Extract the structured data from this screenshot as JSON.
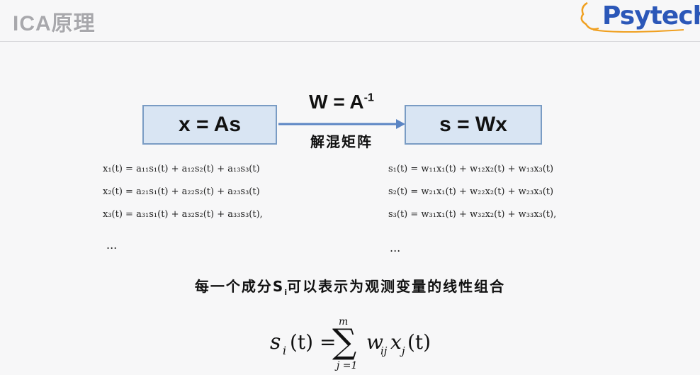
{
  "header": {
    "title": "ICA原理",
    "logo_text": "Psytech",
    "logo_color": "#2b57b8",
    "logo_accent": "#f0a020"
  },
  "diagram": {
    "left_box": "x = As",
    "right_box": "s = Wx",
    "arrow_top": "W = A",
    "arrow_top_sup": "-1",
    "arrow_bottom": "解混矩阵",
    "box_fill": "#d9e5f3",
    "box_border": "#7a9cc4",
    "arrow_color": "#5b85c4"
  },
  "mixing_equations": [
    "x₁(t) = a₁₁s₁(t) + a₁₂s₂(t) + a₁₃s₃(t)",
    "x₂(t) = a₂₁s₁(t) + a₂₂s₂(t) + a₂₃s₃(t)",
    "x₃(t) = a₃₁s₁(t) + a₃₂s₂(t) + a₃₃s₃(t),"
  ],
  "unmixing_equations": [
    "s₁(t) = w₁₁x₁(t) + w₁₂x₂(t) + w₁₃x₃(t)",
    "s₂(t) = w₂₁x₁(t) + w₂₂x₂(t) + w₂₃x₃(t)",
    "s₃(t) = w₃₁x₁(t) + w₃₂x₂(t) + w₃₃x₃(t),"
  ],
  "ellipsis": "...",
  "statement": {
    "before": "每一个成分S",
    "sub": "i",
    "after": "可以表示为观测变量的线性组合"
  },
  "formula": {
    "lhs": "s",
    "lhs_sub": "i",
    "lhs_arg": "(t) =",
    "sum_top": "m",
    "sum_bottom": "j =1",
    "w": "w",
    "w_sub": "ij",
    "x": "x",
    "x_sub": "j",
    "x_arg": "(t)"
  }
}
